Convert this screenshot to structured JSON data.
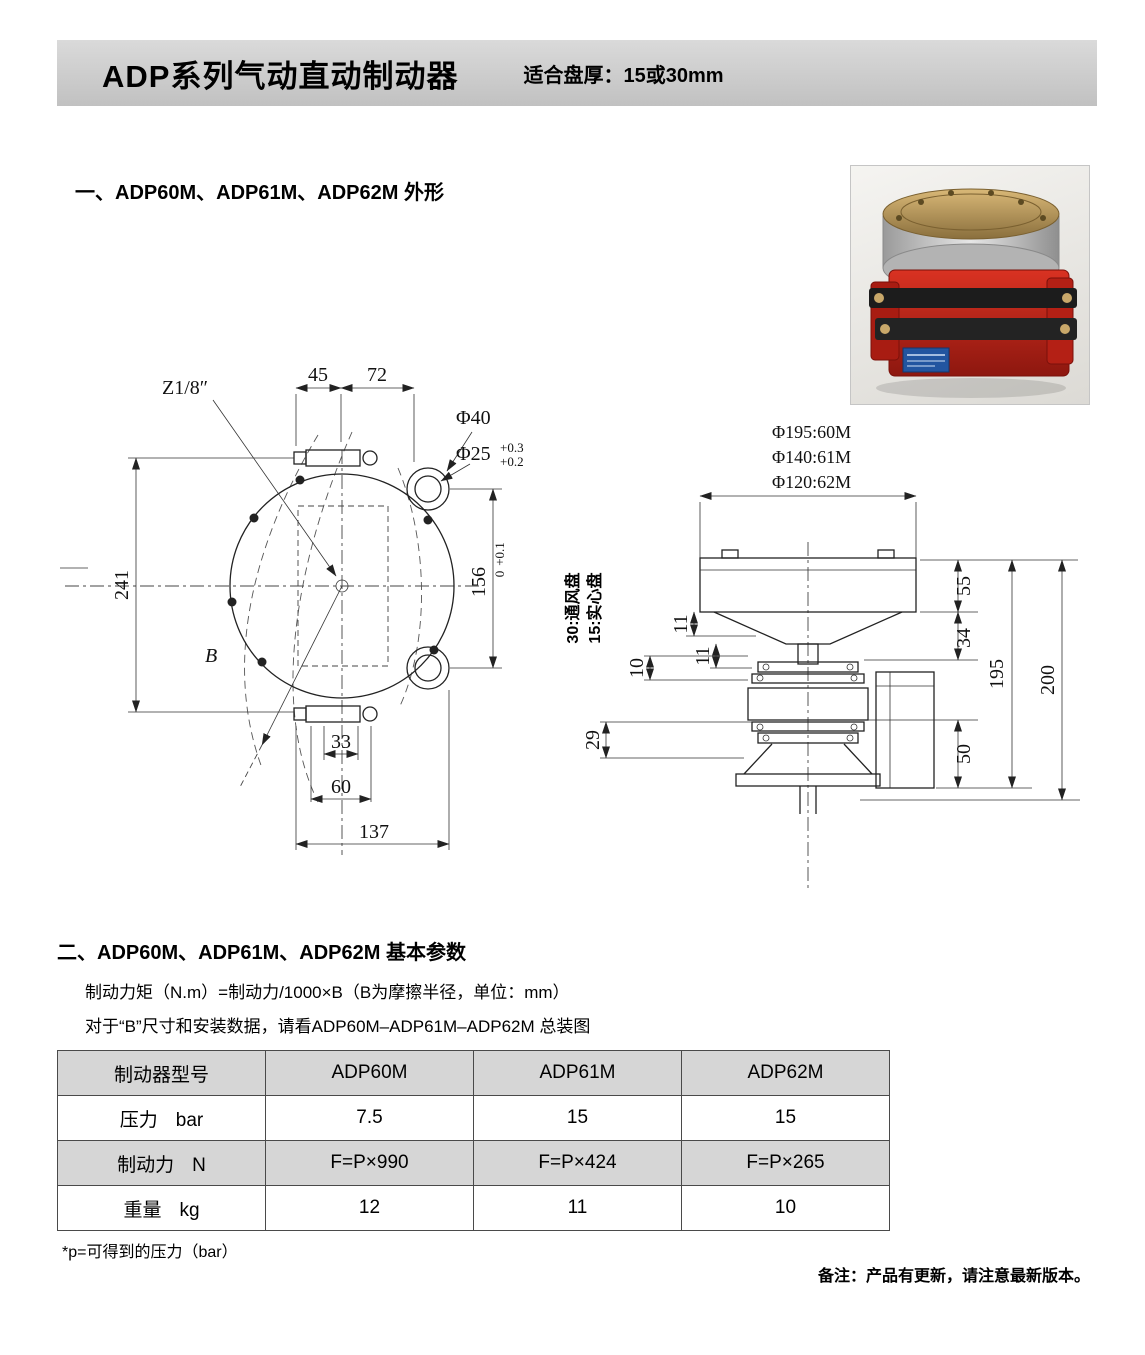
{
  "header": {
    "title": "ADP系列气动直动制动器",
    "subtitle": "适合盘厚：15或30mm"
  },
  "section1": {
    "heading": "一、ADP60M、ADP61M、ADP62M 外形"
  },
  "front_view": {
    "dim_45": "45",
    "dim_72": "72",
    "thread_label": "Z1/8″",
    "phi40": "Φ40",
    "phi25": "Φ25",
    "phi25_tol_top": "+0.3",
    "phi25_tol_bottom": "+0.2",
    "dim_156": "156",
    "dim_156_tol_top": "+0.1",
    "dim_156_tol_bottom": "0",
    "dim_241": "241",
    "dim_B": "B",
    "dim_33": "33",
    "dim_60": "60",
    "dim_137": "137"
  },
  "side_view": {
    "phi_labels": [
      "Φ195:60M",
      "Φ140:61M",
      "Φ120:62M"
    ],
    "disc_note_1": "30:通风盘",
    "disc_note_2": "15:实心盘",
    "dim_55": "55",
    "dim_34": "34",
    "dim_11a": "11",
    "dim_11b": "11",
    "dim_10": "10",
    "dim_29": "29",
    "dim_50": "50",
    "dim_195": "195",
    "dim_200": "200"
  },
  "section2": {
    "heading": "二、ADP60M、ADP61M、ADP62M 基本参数",
    "formula": "制动力矩（N.m）=制动力/1000×B（B为摩擦半径，单位：mm）",
    "reference": "对于“B”尺寸和安装数据，请看ADP60M–ADP61M–ADP62M 总装图"
  },
  "table": {
    "header": [
      "制动器型号",
      "ADP60M",
      "ADP61M",
      "ADP62M"
    ],
    "rows": [
      {
        "name": "压力",
        "unit": "bar",
        "values": [
          "7.5",
          "15",
          "15"
        ]
      },
      {
        "name": "制动力",
        "unit": "N",
        "values": [
          "F=P×990",
          "F=P×424",
          "F=P×265"
        ]
      },
      {
        "name": "重量",
        "unit": "kg",
        "values": [
          "12",
          "11",
          "10"
        ]
      }
    ]
  },
  "footnote": "*p=可得到的压力（bar）",
  "remark": "备注：产品有更新，请注意最新版本。"
}
